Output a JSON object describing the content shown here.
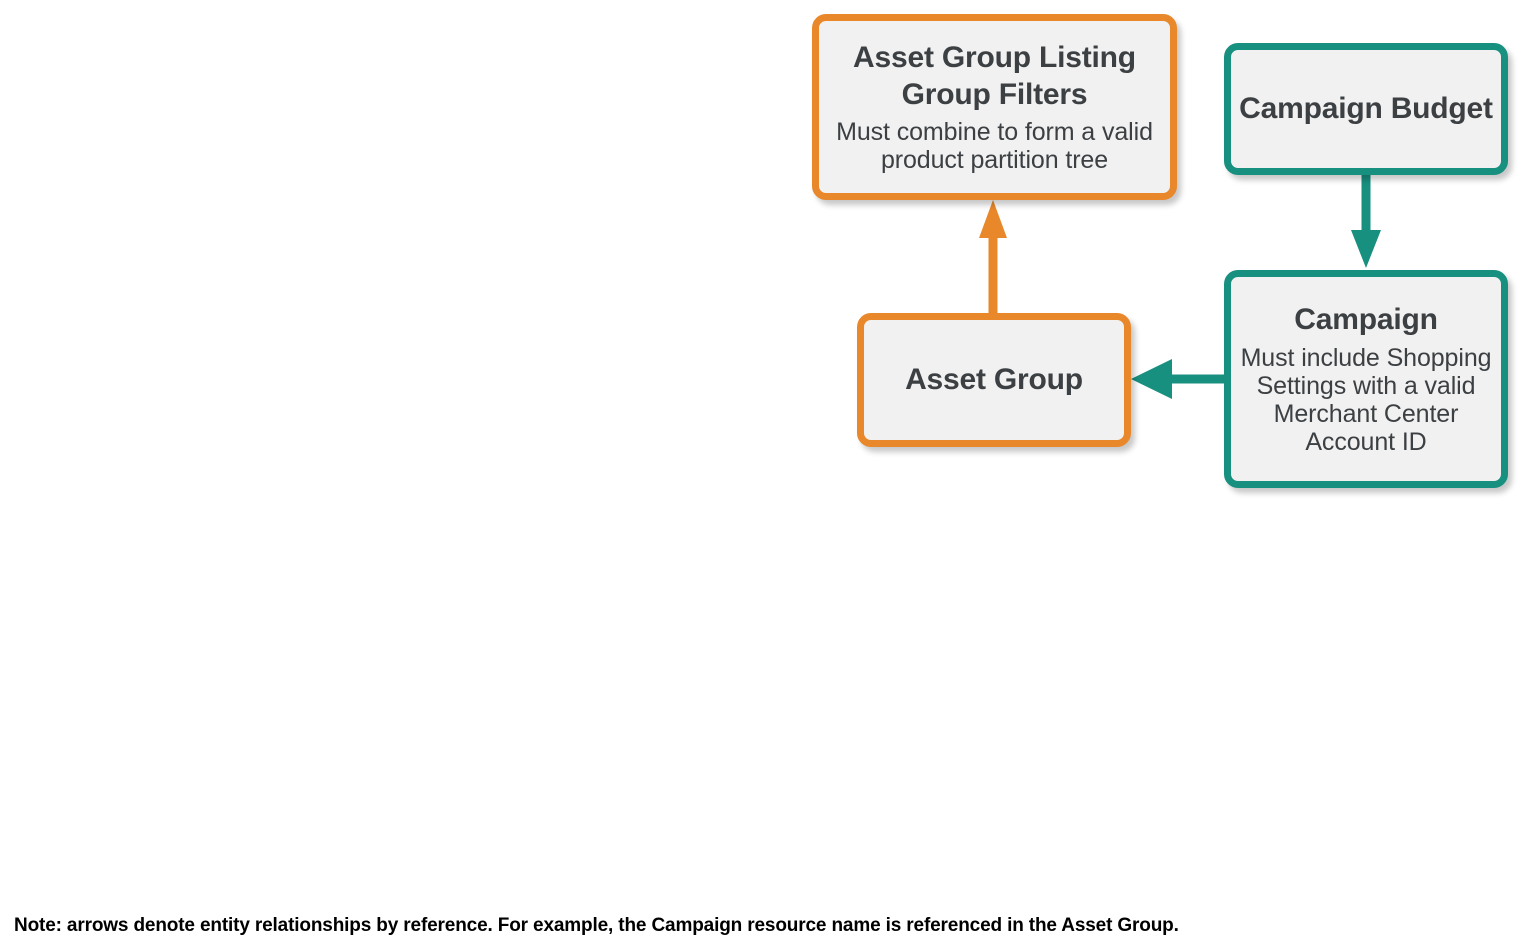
{
  "diagram": {
    "colors": {
      "orange": "#e8882a",
      "teal": "#189080",
      "node_fill": "#f1f1f1",
      "text": "#3c4043",
      "background": "#ffffff"
    },
    "nodes": [
      {
        "id": "listing-filters",
        "title": "Asset Group Listing Group Filters",
        "subtitle": "Must combine to form a valid product partition tree",
        "color": "orange"
      },
      {
        "id": "campaign-budget",
        "title": "Campaign Budget",
        "subtitle": "",
        "color": "teal"
      },
      {
        "id": "asset-group",
        "title": "Asset Group",
        "subtitle": "",
        "color": "orange"
      },
      {
        "id": "campaign",
        "title": "Campaign",
        "subtitle": "Must include Shopping Settings with a valid Merchant Center Account ID",
        "color": "teal"
      }
    ],
    "edges": [
      {
        "id": "asset-group-to-listing-filters",
        "from": "asset-group",
        "to": "listing-filters",
        "direction": "up",
        "color": "orange"
      },
      {
        "id": "campaign-budget-to-campaign",
        "from": "campaign-budget",
        "to": "campaign",
        "direction": "down",
        "color": "teal"
      },
      {
        "id": "campaign-to-asset-group",
        "from": "campaign",
        "to": "asset-group",
        "direction": "left",
        "color": "teal"
      }
    ],
    "footnote": "Note: arrows denote entity relationships by reference. For example, the Campaign resource name is referenced in the Asset Group."
  }
}
